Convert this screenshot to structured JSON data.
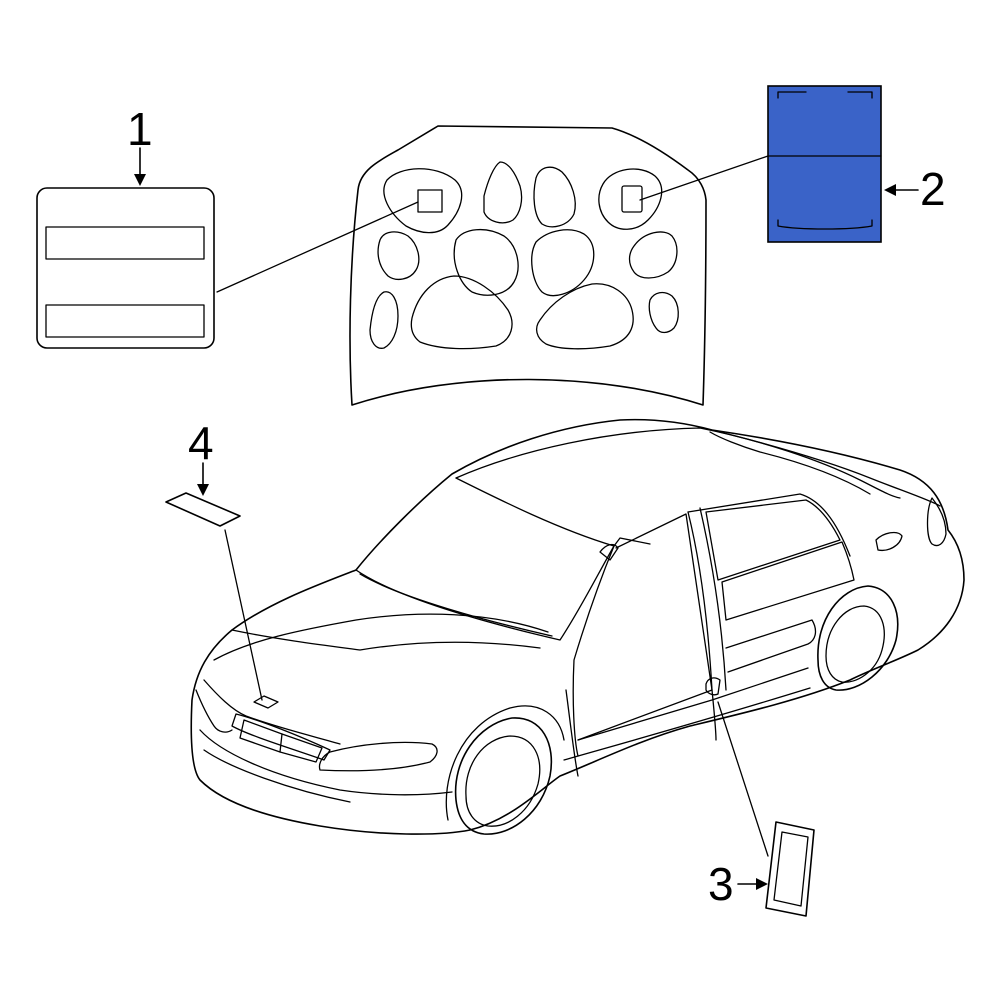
{
  "callouts": {
    "c1": "1",
    "c2": "2",
    "c3": "3",
    "c4": "4"
  },
  "colors": {
    "highlight_fill": "#3a63c8",
    "line": "#000000",
    "background": "#ffffff"
  }
}
